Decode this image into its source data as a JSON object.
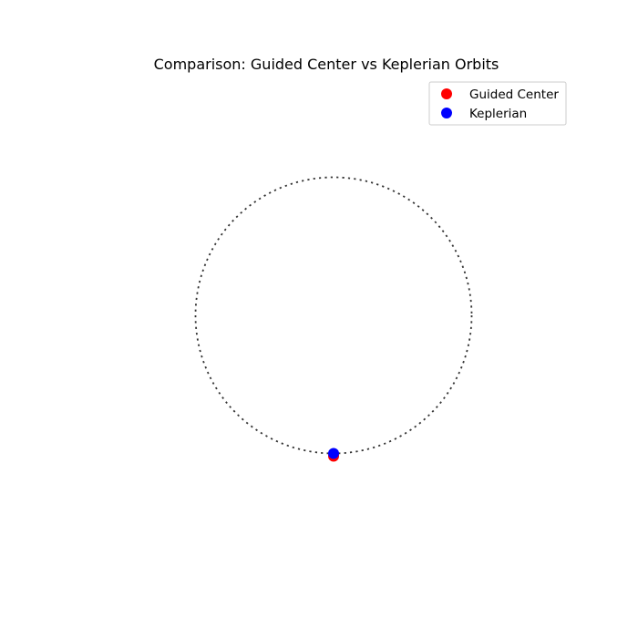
{
  "chart_data": {
    "type": "scatter",
    "title": "Comparison: Guided Center vs Keplerian Orbits",
    "xlabel": "",
    "ylabel": "",
    "axes_visible": false,
    "aspect": "equal",
    "xlim": [
      -1.5,
      1.5
    ],
    "ylim": [
      -1.5,
      1.5
    ],
    "reference_orbit": {
      "shape": "circle",
      "center": [
        0,
        0
      ],
      "radius": 1.0,
      "linestyle": "dotted",
      "color": "#333333"
    },
    "series": [
      {
        "name": "Guided Center",
        "color": "#ff0000",
        "points": [
          {
            "x": 0.0,
            "y": -1.02
          }
        ]
      },
      {
        "name": "Keplerian",
        "color": "#0000ff",
        "points": [
          {
            "x": 0.0,
            "y": -1.0
          }
        ]
      }
    ],
    "legend": {
      "placement": "upper-right",
      "entries": [
        "Guided Center",
        "Keplerian"
      ]
    }
  }
}
